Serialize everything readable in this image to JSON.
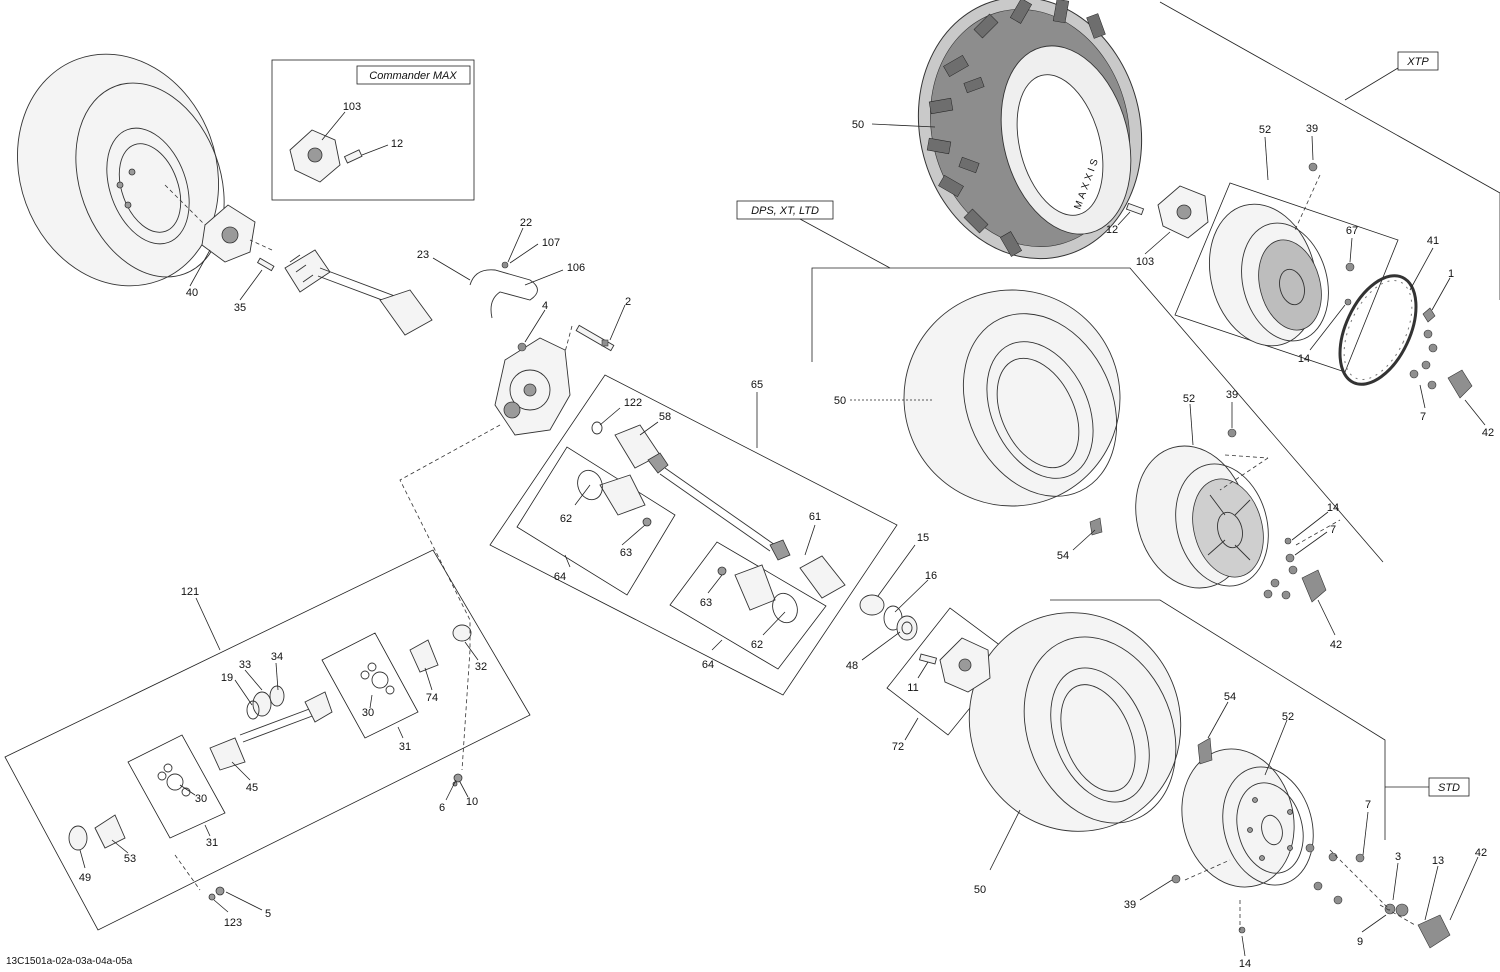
{
  "variant_labels": {
    "commander_max": "Commander MAX",
    "dps_xt_ltd": "DPS, XT, LTD",
    "xtp": "XTP",
    "std": "STD"
  },
  "reference_code": "13C1501a-02a-03a-04a-05a",
  "tire_brand_text": "MAXXIS",
  "callouts": {
    "c1": "1",
    "c2": "2",
    "c3": "3",
    "c4": "4",
    "c5": "5",
    "c6": "6",
    "c7a": "7",
    "c7b": "7",
    "c7c": "7",
    "c9": "9",
    "c10": "10",
    "c11": "11",
    "c12a": "12",
    "c12b": "12",
    "c13": "13",
    "c14a": "14",
    "c14b": "14",
    "c14c": "14",
    "c15": "15",
    "c16": "16",
    "c19": "19",
    "c22": "22",
    "c23": "23",
    "c30a": "30",
    "c30b": "30",
    "c31a": "31",
    "c31b": "31",
    "c32": "32",
    "c33": "33",
    "c34": "34",
    "c35": "35",
    "c39a": "39",
    "c39b": "39",
    "c39c": "39",
    "c40": "40",
    "c41": "41",
    "c42a": "42",
    "c42b": "42",
    "c42c": "42",
    "c45": "45",
    "c48": "48",
    "c49": "49",
    "c50a": "50",
    "c50b": "50",
    "c50c": "50",
    "c52a": "52",
    "c52b": "52",
    "c52c": "52",
    "c53": "53",
    "c54a": "54",
    "c54b": "54",
    "c58": "58",
    "c61": "61",
    "c62a": "62",
    "c62b": "62",
    "c63a": "63",
    "c63b": "63",
    "c64a": "64",
    "c64b": "64",
    "c65": "65",
    "c67": "67",
    "c72": "72",
    "c74": "74",
    "c103a": "103",
    "c103b": "103",
    "c106": "106",
    "c107": "107",
    "c121": "121",
    "c122": "122",
    "c123": "123"
  },
  "colors": {
    "line": "#222222",
    "shade": "#9a9a9a",
    "background": "#ffffff"
  }
}
